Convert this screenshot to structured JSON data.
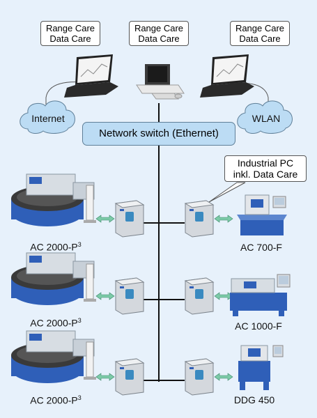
{
  "clients": [
    {
      "line1": "Range Care",
      "line2": "Data Care",
      "icon": "laptop-icon"
    },
    {
      "line1": "Range Care",
      "line2": "Data Care",
      "icon": "desktop-pc-icon"
    },
    {
      "line1": "Range Care",
      "line2": "Data Care",
      "icon": "laptop-icon"
    }
  ],
  "clouds": {
    "left": "Internet",
    "right": "WLAN"
  },
  "switch_label": "Network switch (Ethernet)",
  "callout": {
    "line1": "Industrial PC",
    "line2": "inkl. Data Care"
  },
  "machines_left": [
    {
      "name": "AC 2000-P",
      "sup": "3"
    },
    {
      "name": "AC 2000-P",
      "sup": "3"
    },
    {
      "name": "AC 2000-P",
      "sup": "3"
    }
  ],
  "machines_right": [
    "AC 700-F",
    "AC 1000-F",
    "DDG 450"
  ],
  "colors": {
    "background": "#e7f1fb",
    "switch_fill": "#bcdcf4",
    "cloud_fill": "#bcdcf4",
    "machine_blue": "#2f5fb8",
    "arrow_green": "#7ccaa8",
    "line": "#000000"
  }
}
